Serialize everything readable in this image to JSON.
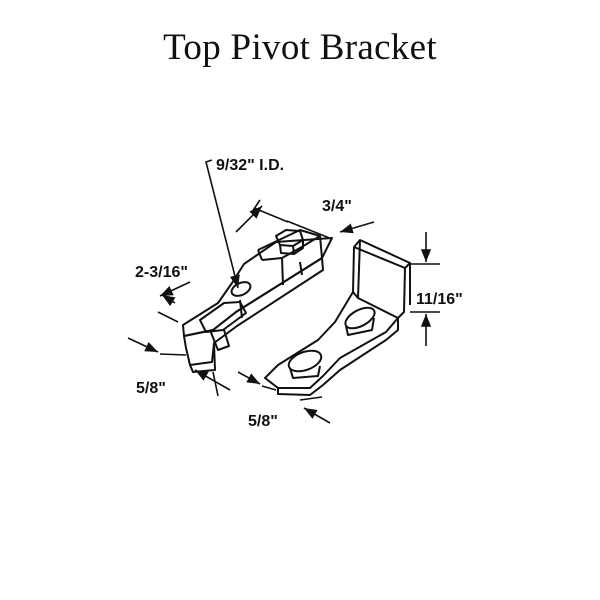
{
  "title": "Top Pivot Bracket",
  "dimensions": {
    "inner_diameter": "9/32\" I.D.",
    "top_width": "3/4\"",
    "length": "2-3/16\"",
    "left_width": "5/8\"",
    "right_width": "5/8\"",
    "height": "11/16\""
  },
  "colors": {
    "line": "#111111",
    "background": "#ffffff"
  }
}
